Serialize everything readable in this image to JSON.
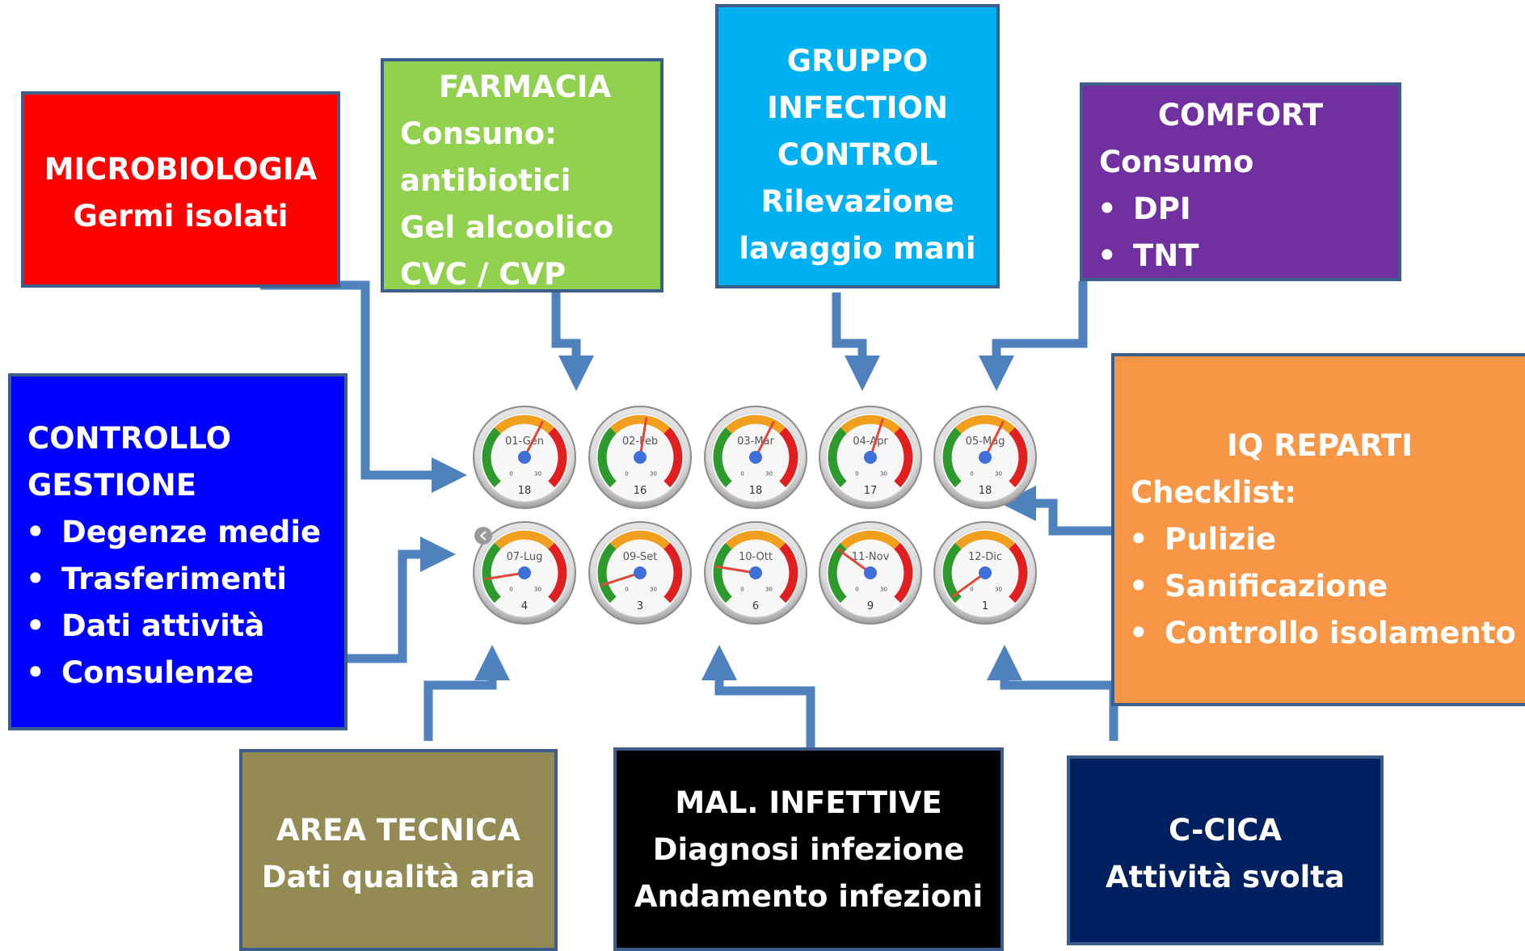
{
  "colors": {
    "microbiologia": "#fd0000",
    "farmacia": "#92d050",
    "infection_control": "#00b0f0",
    "comfort": "#7030a0",
    "controllo_gestione": "#0000ff",
    "iq_reparti": "#f79646",
    "area_tecnica": "#948a54",
    "mal_infettive": "#000000",
    "ccica": "#002060",
    "box_border": "#3b5f8a",
    "arrow": "#4f81bd",
    "gauge_green": "#2e9a2e",
    "gauge_orange": "#f0a01e",
    "gauge_red": "#e02020",
    "needle": "#e0483a",
    "hub": "#3f6fd9"
  },
  "boxes": {
    "microbiologia": {
      "title": "MICROBIOLOGIA",
      "text": "Germi isolati"
    },
    "farmacia": {
      "title": "FARMACIA",
      "lines": [
        "Consuno:",
        "antibiotici",
        "Gel alcoolico",
        "CVC / CVP"
      ]
    },
    "infection_control": {
      "lines": [
        "GRUPPO",
        "INFECTION",
        "CONTROL",
        "Rilevazione",
        "lavaggio mani"
      ]
    },
    "comfort": {
      "title": "COMFORT",
      "subtitle": "Consumo",
      "items": [
        "DPI",
        "TNT"
      ]
    },
    "controllo_gestione": {
      "lines": [
        "CONTROLLO",
        "GESTIONE"
      ],
      "items": [
        "Degenze medie",
        "Trasferimenti",
        "Dati attività",
        "Consulenze"
      ]
    },
    "iq_reparti": {
      "title": "IQ REPARTI",
      "subtitle": "Checklist:",
      "items": [
        "Pulizie",
        "Sanificazione",
        "Controllo isolamento"
      ]
    },
    "area_tecnica": {
      "lines": [
        "AREA TECNICA",
        "Dati qualità aria"
      ]
    },
    "mal_infettive": {
      "lines": [
        "MAL. INFETTIVE",
        "Diagnosi infezione",
        "Andamento infezioni"
      ]
    },
    "ccica": {
      "lines": [
        "C-CICA",
        "Attività svolta"
      ]
    }
  },
  "gauges": {
    "max": 30,
    "min_label": "0",
    "max_label": "30",
    "items": [
      {
        "label": "01-Gen",
        "value": 18
      },
      {
        "label": "02-Feb",
        "value": 16
      },
      {
        "label": "03-Mar",
        "value": 18
      },
      {
        "label": "04-Apr",
        "value": 17
      },
      {
        "label": "05-Mag",
        "value": 18
      },
      {
        "label": "07-Lug",
        "value": 4
      },
      {
        "label": "09-Set",
        "value": 3
      },
      {
        "label": "10-Ott",
        "value": 6
      },
      {
        "label": "11-Nov",
        "value": 9
      },
      {
        "label": "12-Dic",
        "value": 1
      }
    ]
  }
}
